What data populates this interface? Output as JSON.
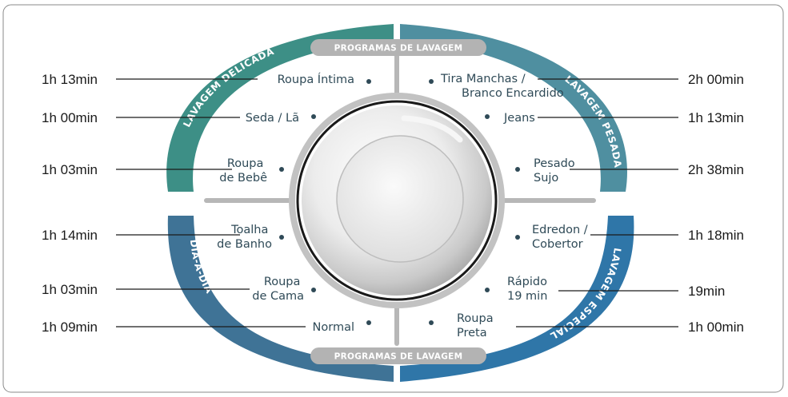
{
  "banners": {
    "top": "PROGRAMAS DE LAVAGEM",
    "bottom": "PROGRAMAS DE LAVAGEM"
  },
  "groups": {
    "delicada": "LAVAGEM DELICADA",
    "pesada": "LAVAGEM PESADA",
    "dia_a_dia": "DIA-A-DIA",
    "especial": "LAVAGEM ESPECIAL"
  },
  "colors": {
    "delicada": "#3d8f86",
    "pesada": "#4f8fa0",
    "dia_a_dia": "#3f7396",
    "especial": "#2f76a8",
    "frame": "#b7b7b7"
  },
  "programs": {
    "roupa_intima": {
      "lines": [
        "Roupa Íntima"
      ],
      "time": "1h 13min"
    },
    "seda_la": {
      "lines": [
        "Seda / Lã"
      ],
      "time": "1h 00min"
    },
    "roupa_bebe": {
      "lines": [
        "Roupa",
        "de Bebê"
      ],
      "time": "1h 03min"
    },
    "toalha_banho": {
      "lines": [
        "Toalha",
        "de Banho"
      ],
      "time": "1h 14min"
    },
    "roupa_cama": {
      "lines": [
        "Roupa",
        "de Cama"
      ],
      "time": "1h 03min"
    },
    "normal": {
      "lines": [
        "Normal"
      ],
      "time": "1h 09min"
    },
    "tira_manchas": {
      "lines": [
        "Tira Manchas /",
        "Branco Encardido"
      ],
      "time": "2h 00min"
    },
    "jeans": {
      "lines": [
        "Jeans"
      ],
      "time": "1h 13min"
    },
    "pesado_sujo": {
      "lines": [
        "Pesado",
        "Sujo"
      ],
      "time": "2h 38min"
    },
    "edredon": {
      "lines": [
        "Edredon /",
        "Cobertor"
      ],
      "time": "1h 18min"
    },
    "rapido": {
      "lines": [
        "Rápido",
        "19 min"
      ],
      "time": "19min"
    },
    "roupa_preta": {
      "lines": [
        "Roupa",
        "Preta"
      ],
      "time": "1h 00min"
    }
  }
}
